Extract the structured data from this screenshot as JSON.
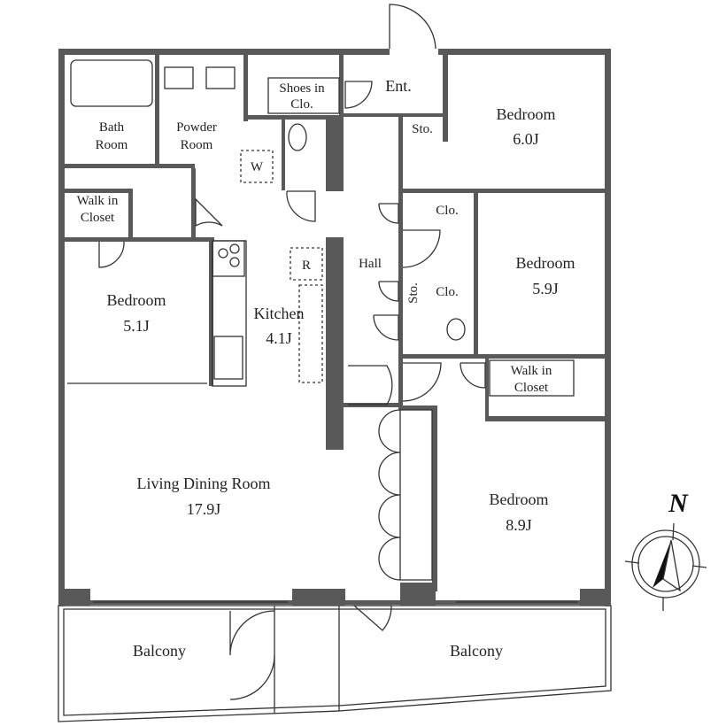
{
  "title": "Floor plan",
  "rooms": {
    "bath_room": [
      "Bath",
      "Room"
    ],
    "powder_room": [
      "Powder",
      "Room"
    ],
    "shoes_closet": [
      "Shoes in",
      "Clo."
    ],
    "entrance": "Ent.",
    "storage_1": "Sto.",
    "storage_2": "Sto.",
    "closet_1": "Clo.",
    "closet_2": "Clo.",
    "hall": "Hall",
    "walk_in_closet_1": [
      "Walk in",
      "Closet"
    ],
    "walk_in_closet_2": [
      "Walk in",
      "Closet"
    ],
    "bedroom_6": {
      "name": "Bedroom",
      "size": "6.0J"
    },
    "bedroom_59": {
      "name": "Bedroom",
      "size": "5.9J"
    },
    "bedroom_51": {
      "name": "Bedroom",
      "size": "5.1J"
    },
    "bedroom_89": {
      "name": "Bedroom",
      "size": "8.9J"
    },
    "kitchen": {
      "name": "Kitchen",
      "size": "4.1J"
    },
    "living": {
      "name": "Living Dining Room",
      "size": "17.9J"
    },
    "balcony_left": "Balcony",
    "balcony_right": "Balcony"
  },
  "fixtures": {
    "washer": "W",
    "refrigerator": "R"
  },
  "compass": {
    "north_label": "N"
  },
  "colors": {
    "wall": "#595959",
    "line": "#333333"
  }
}
